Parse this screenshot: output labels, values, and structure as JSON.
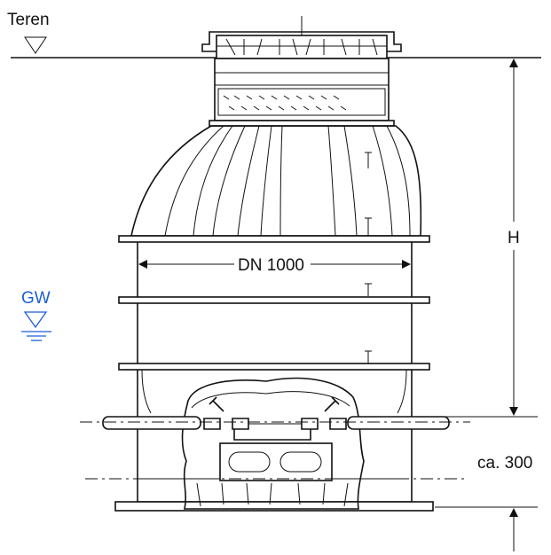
{
  "labels": {
    "ground": "Teren",
    "groundwater": "GW",
    "diameter": "DN 1000",
    "height": "H",
    "base_depth": "ca. 300"
  },
  "colors": {
    "line": "#111111",
    "groundwater": "#1a5fd6",
    "background": "#ffffff"
  }
}
